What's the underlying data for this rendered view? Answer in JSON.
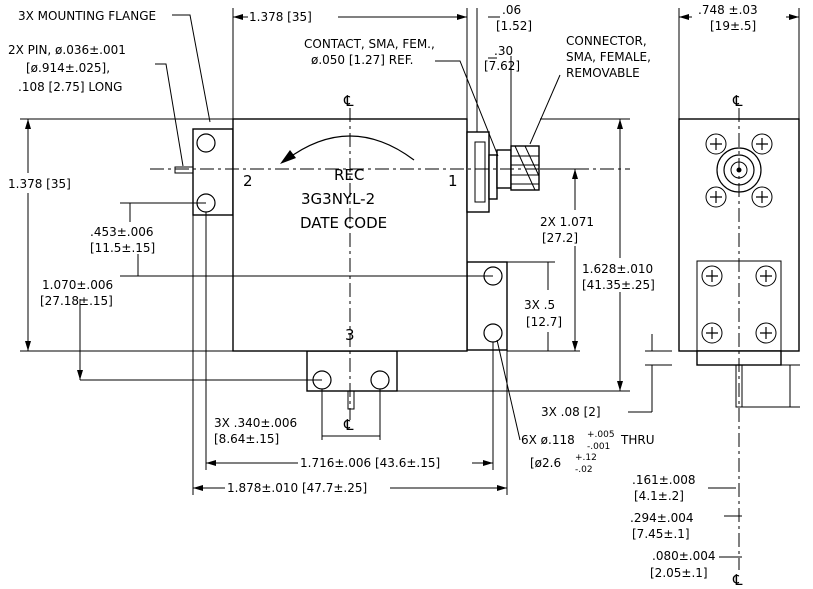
{
  "labels": {
    "mounting_flange": "3X MOUNTING FLANGE",
    "pin_1": "2X PIN, ø.036±.001",
    "pin_2": "[ø.914±.025],",
    "pin_3": ".108 [2.75] LONG",
    "width_top": "1.378 [35]",
    "contact_1": "CONTACT, SMA, FEM.,",
    "contact_2": "ø.050 [1.27] REF.",
    "dim_06_a": ".06",
    "dim_06_b": "[1.52]",
    "dim_30_a": ".30",
    "dim_30_b": "[7.62]",
    "connector_1": "CONNECTOR,",
    "connector_2": "SMA, FEMALE,",
    "connector_3": "REMOVABLE",
    "side_width_a": ".748 ±.03",
    "side_width_b": "[19±.5]",
    "height_left": "1.378 [35]",
    "dim_453_a": ".453±.006",
    "dim_453_b": "[11.5±.15]",
    "dim_1070_a": "1.070±.006",
    "dim_1070_b": "[27.18±.15]",
    "dim_1071_a": "2X 1.071",
    "dim_1071_b": "[27.2]",
    "dim_1628_a": "1.628±.010",
    "dim_1628_b": "[41.35±.25]",
    "dim_5_a": "3X .5",
    "dim_5_b": "[12.7]",
    "dim_340_a": "3X .340±.006",
    "dim_340_b": "[8.64±.15]",
    "dim_08": "3X .08 [2]",
    "hole_a": "6X ø.118",
    "hole_tol_up": "+.005",
    "hole_tol_dn": "-.001",
    "hole_thru": "THRU",
    "hole_b": "[ø2.6",
    "hole_tol_up_mm": "+.12",
    "hole_tol_dn_mm": "-.02",
    "dim_1716": "1.716±.006 [43.6±.15]",
    "dim_1878": "1.878±.010 [47.7±.25]",
    "dim_161_a": ".161±.008",
    "dim_161_b": "[4.1±.2]",
    "dim_294_a": ".294±.004",
    "dim_294_b": "[7.45±.1]",
    "dim_080_a": ".080±.004",
    "dim_080_b": "[2.05±.1]",
    "centerline": "℄",
    "body_1": "REC",
    "body_2": "3G3NYL-2",
    "body_3": "DATE CODE",
    "port_1": "1",
    "port_2": "2",
    "port_3": "3"
  }
}
